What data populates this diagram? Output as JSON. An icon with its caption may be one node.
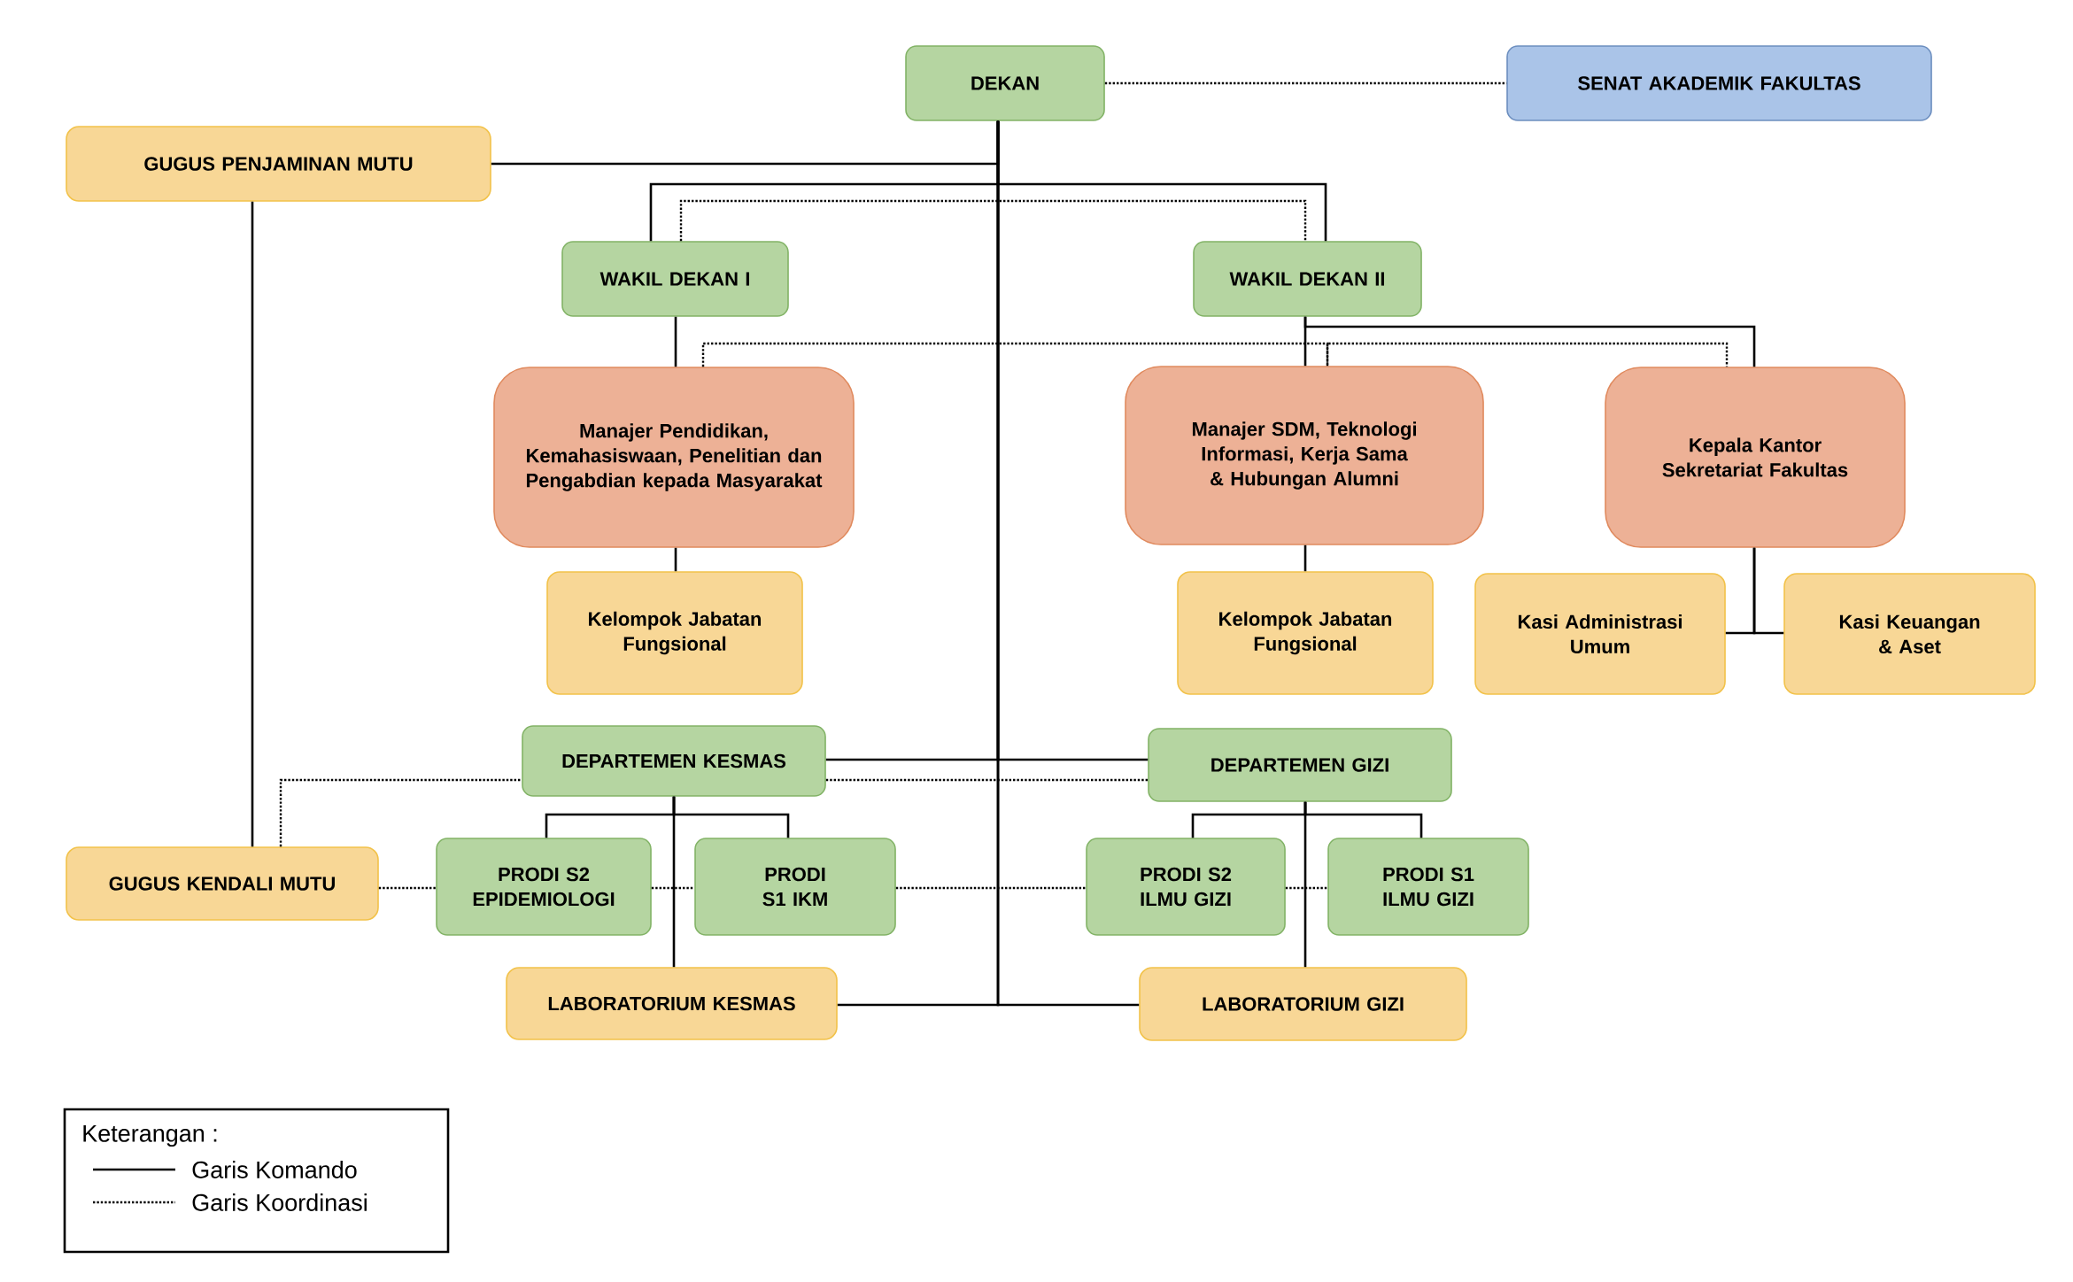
{
  "diagram": {
    "nodes": [
      {
        "text": [
          "DEKAN"
        ]
      },
      {
        "text": [
          "SENAT AKADEMIK FAKULTAS"
        ]
      },
      {
        "text": [
          "GUGUS PENJAMINAN MUTU"
        ]
      },
      {
        "text": [
          "WAKIL DEKAN I"
        ]
      },
      {
        "text": [
          "WAKIL DEKAN II"
        ]
      },
      {
        "text": [
          "Manajer Pendidikan, Kemahasiswaan, Penelitian dan Pengabdian kepada Masyarakat"
        ]
      },
      {
        "text": [
          "Manajer SDM, Teknologi Informasi, Kerja Sama & Hubungan Alumni"
        ]
      },
      {
        "text": [
          "Kepala Kantor Sekretariat Fakultas"
        ]
      },
      {
        "text": [
          "Kelompok Jabatan Fungsional"
        ]
      },
      {
        "text": [
          "Kelompok Jabatan Fungsional"
        ]
      },
      {
        "text": [
          "Kasi Administrasi Umum"
        ]
      },
      {
        "text": [
          "Kasi Keuangan & Aset"
        ]
      },
      {
        "text": [
          "DEPARTEMEN KESMAS"
        ]
      },
      {
        "text": [
          "DEPARTEMEN GIZI"
        ]
      },
      {
        "text": [
          "GUGUS KENDALI MUTU"
        ]
      },
      {
        "text": [
          "PRODI S2 EPIDEMIOLOGI"
        ]
      },
      {
        "text": [
          "PRODI S1 IKM"
        ]
      },
      {
        "text": [
          "PRODI S2 ILMU GIZI"
        ]
      },
      {
        "text": [
          "PRODI S1 ILMU GIZI"
        ]
      },
      {
        "text": [
          "LABORATORIUM KESMAS"
        ]
      },
      {
        "text": [
          "LABORATORIUM GIZI"
        ]
      }
    ],
    "edges": [
      {
        "from": 0,
        "to": 1,
        "arrow": "none",
        "style": "dashed"
      },
      {
        "from": 0,
        "to": 2,
        "arrow": "none"
      },
      {
        "from": 0,
        "to": 3,
        "arrow": "none"
      },
      {
        "from": 0,
        "to": 4,
        "arrow": "none"
      },
      {
        "from": 3,
        "to": 4,
        "arrow": "none",
        "style": "dashed"
      },
      {
        "from": 3,
        "to": 5,
        "arrow": "none"
      },
      {
        "from": 4,
        "to": 6,
        "arrow": "none"
      },
      {
        "from": 4,
        "to": 7,
        "arrow": "none"
      },
      {
        "from": 5,
        "to": 6,
        "arrow": "none",
        "style": "dashed"
      },
      {
        "from": 6,
        "to": 7,
        "arrow": "none",
        "style": "dashed"
      },
      {
        "from": 5,
        "to": 8,
        "arrow": "none"
      },
      {
        "from": 6,
        "to": 9,
        "arrow": "none"
      },
      {
        "from": 7,
        "to": 10,
        "arrow": "none"
      },
      {
        "from": 7,
        "to": 11,
        "arrow": "none"
      },
      {
        "from": 2,
        "to": 14,
        "arrow": "none"
      },
      {
        "from": 0,
        "to": 12,
        "arrow": "none"
      },
      {
        "from": 0,
        "to": 13,
        "arrow": "none"
      },
      {
        "from": 0,
        "to": 19,
        "arrow": "none"
      },
      {
        "from": 0,
        "to": 20,
        "arrow": "none"
      },
      {
        "from": 14,
        "to": 12,
        "arrow": "none",
        "style": "dashed"
      },
      {
        "from": 12,
        "to": 13,
        "arrow": "none",
        "style": "dashed"
      },
      {
        "from": 12,
        "to": 15,
        "arrow": "none"
      },
      {
        "from": 12,
        "to": 16,
        "arrow": "none"
      },
      {
        "from": 12,
        "to": 19,
        "arrow": "none"
      },
      {
        "from": 13,
        "to": 17,
        "arrow": "none"
      },
      {
        "from": 13,
        "to": 18,
        "arrow": "none"
      },
      {
        "from": 13,
        "to": 20,
        "arrow": "none"
      },
      {
        "from": 14,
        "to": 15,
        "arrow": "none",
        "style": "dashed"
      },
      {
        "from": 15,
        "to": 16,
        "arrow": "none",
        "style": "dashed"
      },
      {
        "from": 16,
        "to": 17,
        "arrow": "none",
        "style": "dashed"
      },
      {
        "from": 17,
        "to": 18,
        "arrow": "none",
        "style": "dashed"
      }
    ],
    "labels": [
      "Keterangan :"
    ],
    "legend": [
      {
        "text": "Garis Komando"
      },
      {
        "text": "Garis Koordinasi"
      }
    ]
  }
}
